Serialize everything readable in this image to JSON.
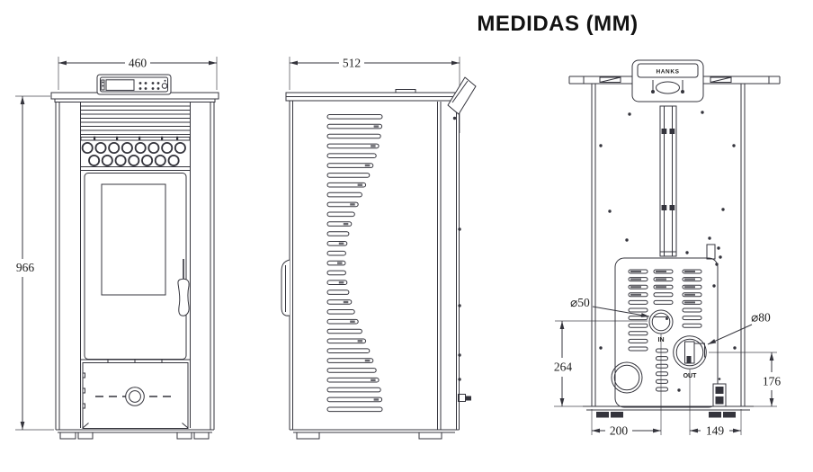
{
  "title": "MEDIDAS (MM)",
  "front_view": {
    "width": "460",
    "height": "966"
  },
  "side_view": {
    "depth": "512"
  },
  "back_view": {
    "brand": "HANKS",
    "intake_diameter": "⌀50",
    "exhaust_diameter": "⌀80",
    "intake_height": "264",
    "exhaust_height": "176",
    "intake_offset": "200",
    "exhaust_offset": "149",
    "intake_label": "IN",
    "exhaust_label": "OUT"
  },
  "colors": {
    "line": "#34343c",
    "text": "#1c1c1c"
  }
}
